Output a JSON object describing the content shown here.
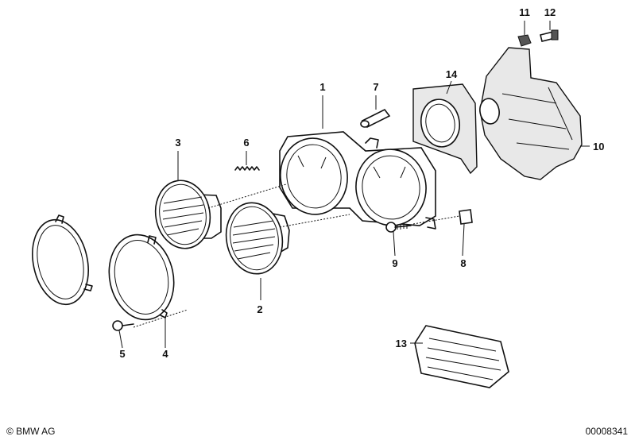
{
  "labels": {
    "p1": "1",
    "p2": "2",
    "p3": "3",
    "p4": "4",
    "p5": "5",
    "p6": "6",
    "p7": "7",
    "p8": "8",
    "p9": "9",
    "p10": "10",
    "p11": "11",
    "p12": "12",
    "p13": "13",
    "p14": "14"
  },
  "footer": {
    "copyright": "© BMW AG",
    "doc_number": "00008341"
  }
}
